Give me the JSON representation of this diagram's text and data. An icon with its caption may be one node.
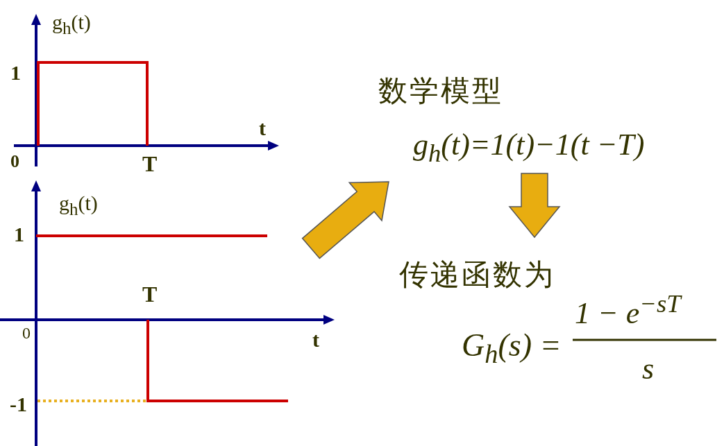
{
  "diagram": {
    "nodes": [
      {
        "text": [
          "g$_{h}$(t)",
          "1",
          "0",
          "t",
          "T"
        ]
      },
      {
        "text": [
          "g$_{h}$(t)",
          "1",
          "T",
          "0",
          "t",
          "-1"
        ]
      },
      {
        "text": [
          "数学模型",
          "g$_{h}$(t)=1(t)−1(t −T)"
        ]
      },
      {
        "text": [
          "传递函数为",
          "G$_{h}$(s) =",
          "1 − e$^{−sT}$",
          "s"
        ]
      }
    ],
    "edges": [
      {
        "from": 1,
        "to": 2,
        "arrow": "to"
      },
      {
        "from": 2,
        "to": 3,
        "arrow": "to"
      }
    ]
  }
}
